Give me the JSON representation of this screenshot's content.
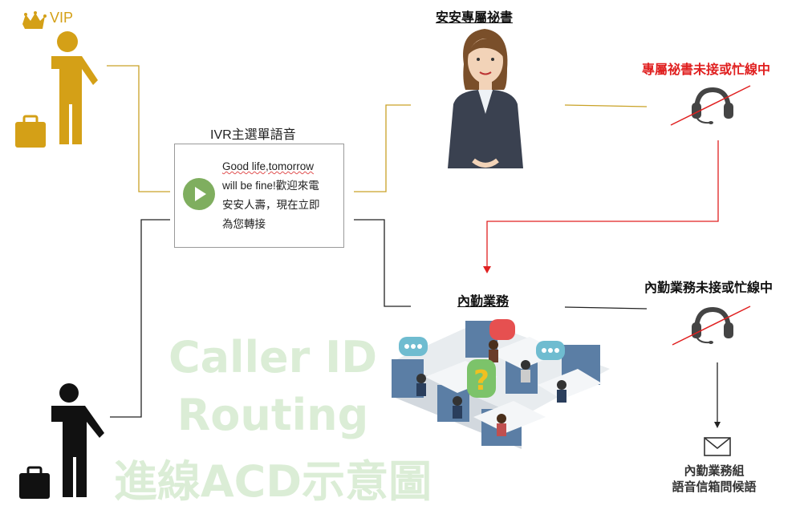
{
  "vip": {
    "label": "VIP"
  },
  "ivr": {
    "title": "IVR主選單語音",
    "lines": [
      "Good life,tomorrow",
      "will be fine!歡迎來電",
      "安安人壽，現在立即",
      "為您轉接"
    ]
  },
  "secretary": {
    "title": "安安專屬祕書",
    "busy_label": "專屬祕書未接或忙線中"
  },
  "inhouse": {
    "title": "內勤業務",
    "busy_label": "內勤業務未接或忙線中"
  },
  "voicemail": {
    "lines": [
      "內勤業務組",
      "語音信箱問候語"
    ]
  },
  "watermark": {
    "lines": [
      "Caller ID",
      "Routing",
      "進線ACD示意圖"
    ]
  },
  "colors": {
    "gold": "#d4a017",
    "red": "#e02020",
    "green": "#7fae5f",
    "line_gold": "#c9a227"
  }
}
